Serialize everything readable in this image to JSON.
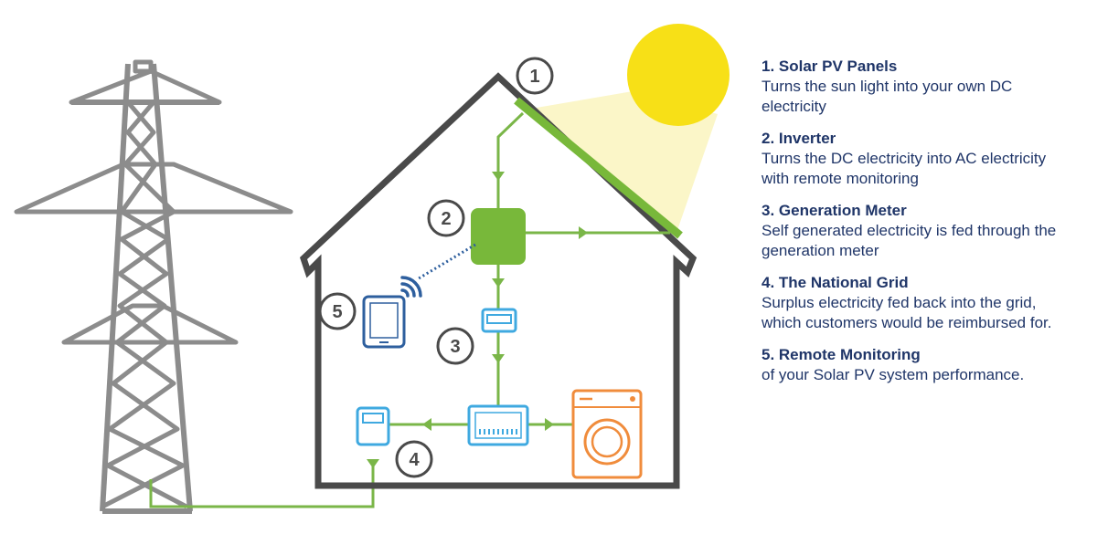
{
  "colors": {
    "house_outline": "#4a4a4a",
    "pylon": "#8c8c8c",
    "wire_green": "#7ab648",
    "inverter_green": "#78b83a",
    "meter_blue": "#3fa9e0",
    "tablet_blue": "#2e5f9e",
    "washer_orange": "#f08c3c",
    "sun_yellow": "#f7e017",
    "sunbeam": "#fbf6c8",
    "legend_text": "#1f3568"
  },
  "icons": [
    "pylon-icon",
    "house-icon",
    "sun-icon",
    "solar-panel-icon",
    "inverter-icon",
    "wifi-icon",
    "tablet-icon",
    "generation-meter-icon",
    "consumer-unit-icon",
    "washing-machine-icon",
    "export-meter-icon"
  ],
  "markers": [
    "1",
    "2",
    "3",
    "4",
    "5"
  ],
  "legend": [
    {
      "title": "1. Solar PV Panels",
      "desc": "Turns the sun light into your own DC electricity"
    },
    {
      "title": "2. Inverter",
      "desc": "Turns the DC electricity into AC electricity with remote monitoring"
    },
    {
      "title": "3. Generation Meter",
      "desc": "Self generated electricity is fed through the generation meter"
    },
    {
      "title": "4. The National Grid",
      "desc": "Surplus electricity fed back into the grid, which customers would be reimbursed for."
    },
    {
      "title": "5. Remote Monitoring",
      "desc": "of your Solar PV system performance."
    }
  ]
}
